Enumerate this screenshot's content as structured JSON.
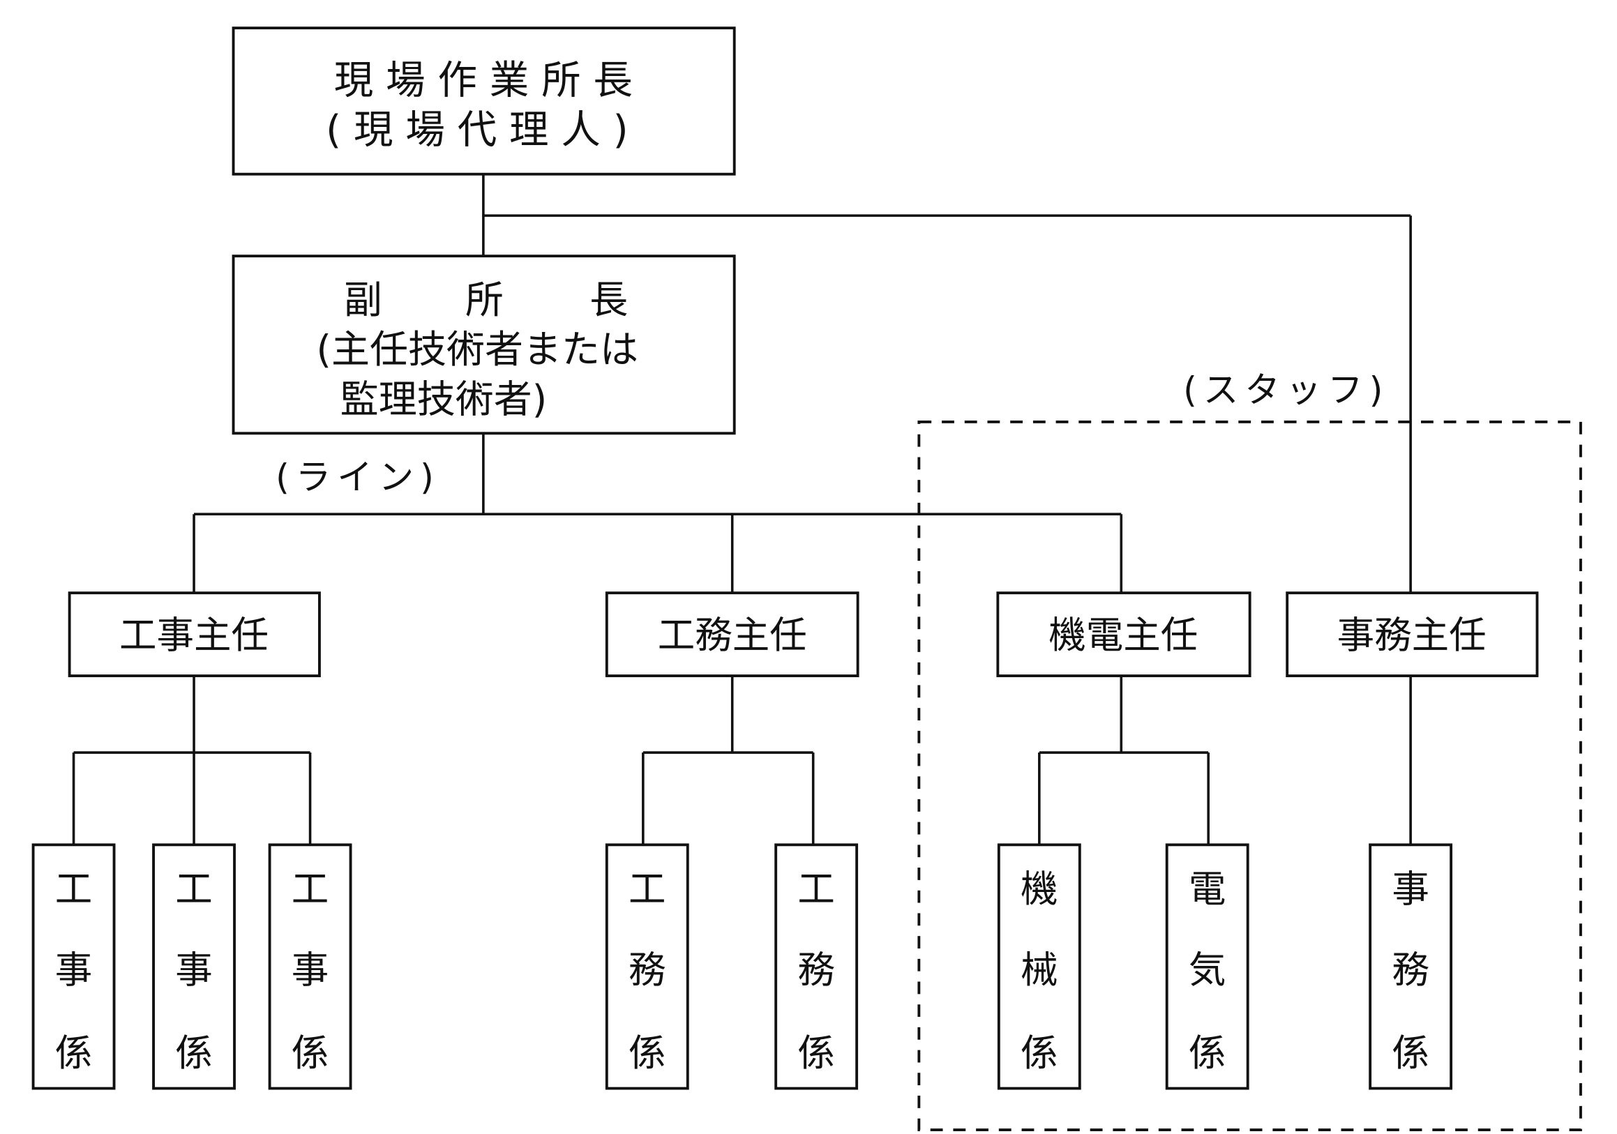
{
  "diagram": {
    "type": "organization-chart",
    "top": {
      "line1": "現場作業所長",
      "line2": "(現場代理人)"
    },
    "deputy": {
      "line1": [
        "副",
        "所",
        "長"
      ],
      "line2": "(主任技術者または",
      "line3": "監理技術者)"
    },
    "labels": {
      "line": "(ライン)",
      "staff": "(スタッフ)"
    },
    "chiefs": [
      {
        "id": "koji",
        "label": "工事主任",
        "staff": [
          "工事係",
          "工事係",
          "工事係"
        ]
      },
      {
        "id": "komu",
        "label": "工務主任",
        "staff": [
          "工務係",
          "工務係"
        ]
      },
      {
        "id": "kiden",
        "label": "機電主任",
        "staff": [
          "機械係",
          "電気係"
        ]
      },
      {
        "id": "jimu",
        "label": "事務主任",
        "staff": [
          "事務係"
        ]
      }
    ],
    "groups": {
      "staff_group_members": [
        "機電主任",
        "事務主任"
      ]
    }
  }
}
